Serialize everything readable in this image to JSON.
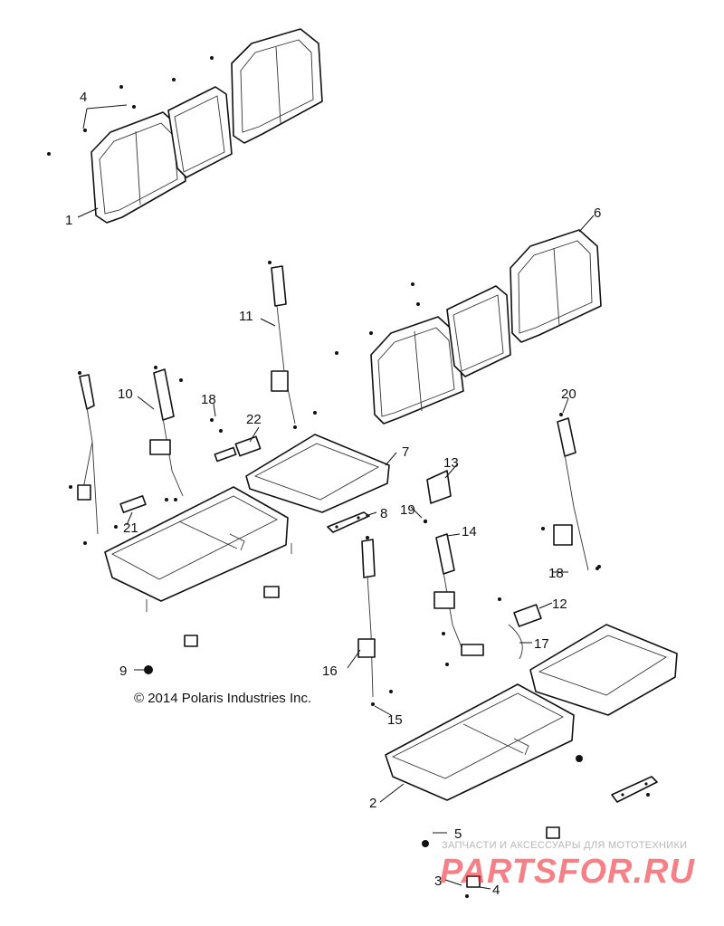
{
  "diagram": {
    "copyright": "© 2014 Polaris Industries Inc.",
    "callouts": {
      "c1": "1",
      "c2": "2",
      "c3": "3",
      "c4a": "4",
      "c4b": "4",
      "c5": "5",
      "c6": "6",
      "c7": "7",
      "c8": "8",
      "c9": "9",
      "c10": "10",
      "c11": "11",
      "c12": "12",
      "c13": "13",
      "c14": "14",
      "c15": "15",
      "c16": "16",
      "c17": "17",
      "c18a": "18",
      "c18b": "18",
      "c19": "19",
      "c20": "20",
      "c21": "21",
      "c22": "22"
    }
  },
  "watermark": {
    "tagline": "ЗАПЧАСТИ И АКСЕССУАРЫ ДЛЯ МОТОТЕХНИКИ",
    "logo": "PARTSFOR.RU",
    "color": "#ee1c25"
  }
}
